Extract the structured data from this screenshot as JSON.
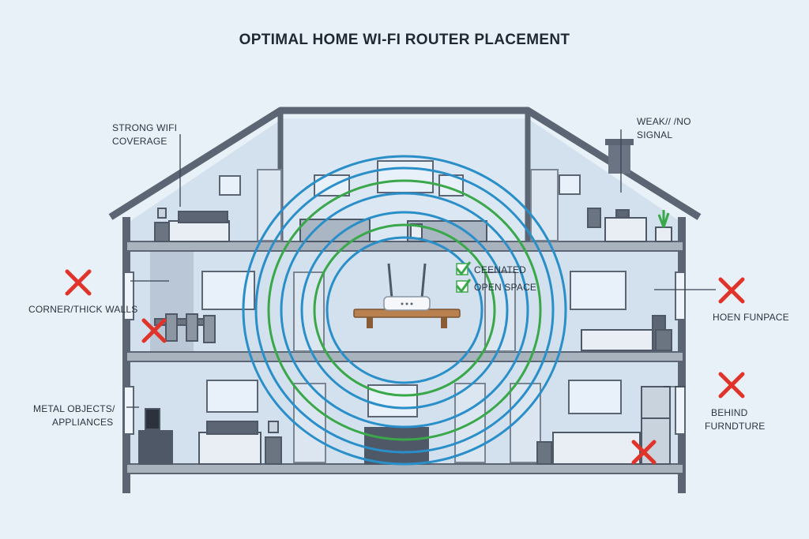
{
  "title": "OPTIMAL HOME WI-FI ROUTER PLACEMENT",
  "labels": {
    "strong_wifi": [
      "STRONG WIFI",
      "COVERAGE"
    ],
    "weak_signal": [
      "WEAK// /NO",
      "SIGNAL"
    ],
    "corner_walls": [
      "CORNER/THICK WALLS"
    ],
    "hoen_funpace": [
      "HOEN FUNPACE"
    ],
    "metal_objects": [
      "METAL OBJECTS/",
      "APPLIANCES"
    ],
    "behind_furniture": [
      "BEHIND",
      "FURNDTURE"
    ],
    "centered": "CEENATED",
    "open_space": "OPEN SPACE"
  },
  "colors": {
    "wall": "#5b6573",
    "interior": "#d3e1ee",
    "floor": "#a9b3be",
    "ring_blue": "#2a8fc9",
    "ring_green": "#3aa84a",
    "cross": "#e0342a",
    "check": "#3aa84a",
    "table": "#b9814f"
  },
  "icons": [
    "router-icon",
    "check-icon",
    "cross-icon"
  ]
}
